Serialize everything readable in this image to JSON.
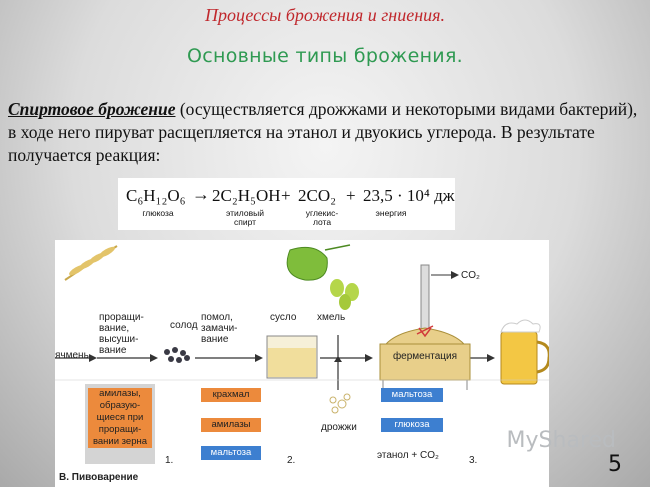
{
  "slide": {
    "title": "Процессы брожения и гниения.",
    "subtitle": "Основные типы брожения.",
    "paragraph": {
      "term": "Спиртовое брожение",
      "text": " (осуществляется дрожжами и некоторыми видами бактерий), в ходе него пируват расщепляется на этанол и двуокись углерода. В результате получается реакция:"
    },
    "page_number": "5"
  },
  "formula": {
    "reactant": "C₆H₁₂O₆",
    "reactant_label": "глюкоза",
    "arrow": "→",
    "product1": "2C₂H₅OH",
    "product1_label": "этиловый спирт",
    "plus1": "+",
    "product2": "2CO₂",
    "product2_label": "углекис- лота",
    "plus2": "+",
    "energy": "23,5 · 10⁴ дж",
    "energy_label": "энергия"
  },
  "diagram": {
    "caption": "В. Пивоварение",
    "ячмень": "ячмень",
    "step1_text": "проращи- вание, высуши- вание",
    "солод": "солод",
    "step2_text": "помол, замачи- вание",
    "сусло": "сусло",
    "хмель": "хмель",
    "дрожжи": "дрожжи",
    "co2": "CO₂",
    "fermentation": "ферментация",
    "panel1": {
      "gray": "амилазы, образую- щиеся при проращи- вании зерна",
      "number": "1."
    },
    "panel2": {
      "b1": "крахмал",
      "b2": "амилазы",
      "b3": "мальтоза",
      "number": "2."
    },
    "panel3": {
      "b1": "мальтоза",
      "b2": "глюкоза",
      "b3": "этанол + CO₂",
      "number": "3."
    }
  },
  "watermark": "MyShared",
  "colors": {
    "title": "#c0282d",
    "subtitle": "#2f9a52",
    "orange": "#ec8a3c",
    "blue": "#3d7fd0",
    "gray": "#d4d4d4"
  }
}
